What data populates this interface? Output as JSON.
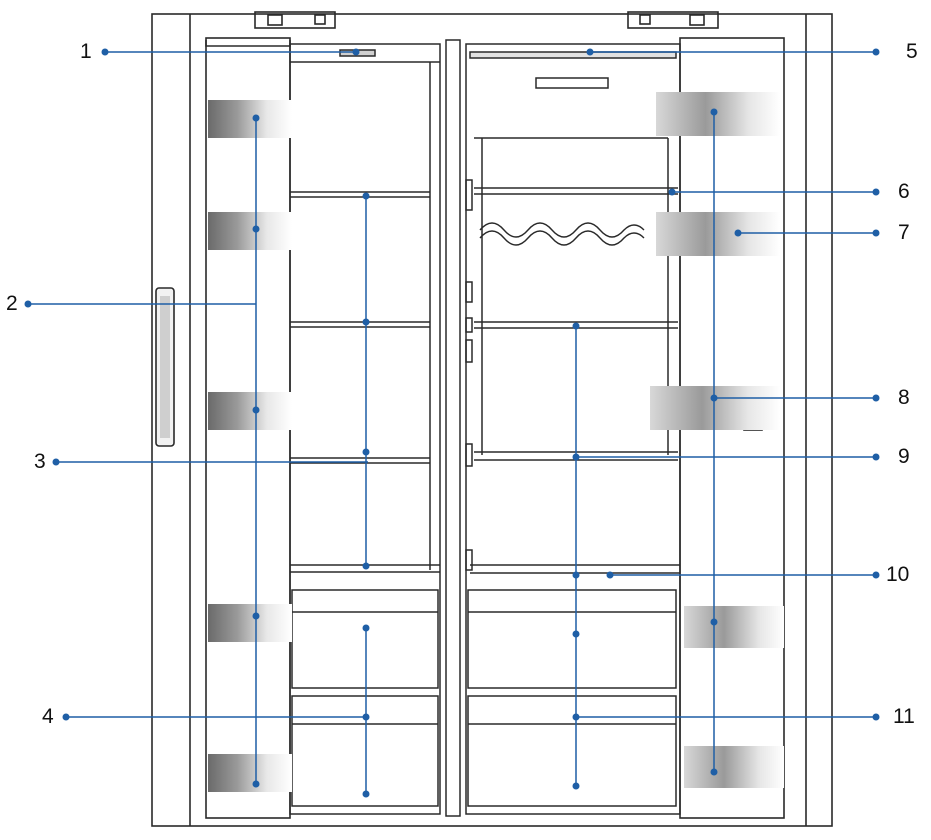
{
  "diagram": {
    "labels": [
      "1",
      "2",
      "3",
      "4",
      "5",
      "6",
      "7",
      "8",
      "9",
      "10",
      "11"
    ],
    "colors": {
      "outline": "#2a2a2a",
      "leader": "#1f5fa6",
      "dot": "#1f5fa6",
      "shelf_dark": "#5a5a5a",
      "shelf_light": "#f4f4f4"
    }
  }
}
